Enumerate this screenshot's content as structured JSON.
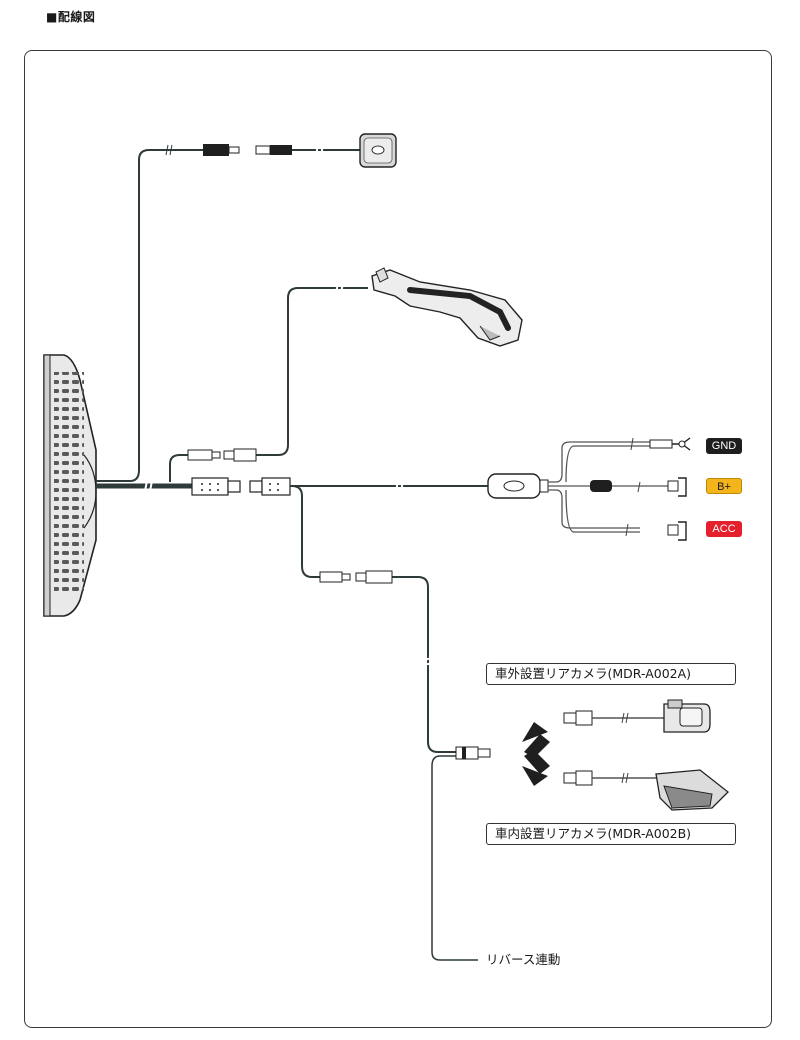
{
  "header": {
    "title": "■配線図"
  },
  "power": {
    "gnd_label": "GND",
    "bplus_label": "B+",
    "acc_label": "ACC"
  },
  "cameras": {
    "exterior_label": "車外設置リアカメラ(MDR-A002A)",
    "interior_label": "車内設置リアカメラ(MDR-A002B)"
  },
  "reverse": {
    "label": "リバース連動"
  },
  "colors": {
    "gnd": "#1e1e1e",
    "bplus": "#f3b51b",
    "acc": "#e3202b",
    "wire": "#2f3a3a"
  }
}
